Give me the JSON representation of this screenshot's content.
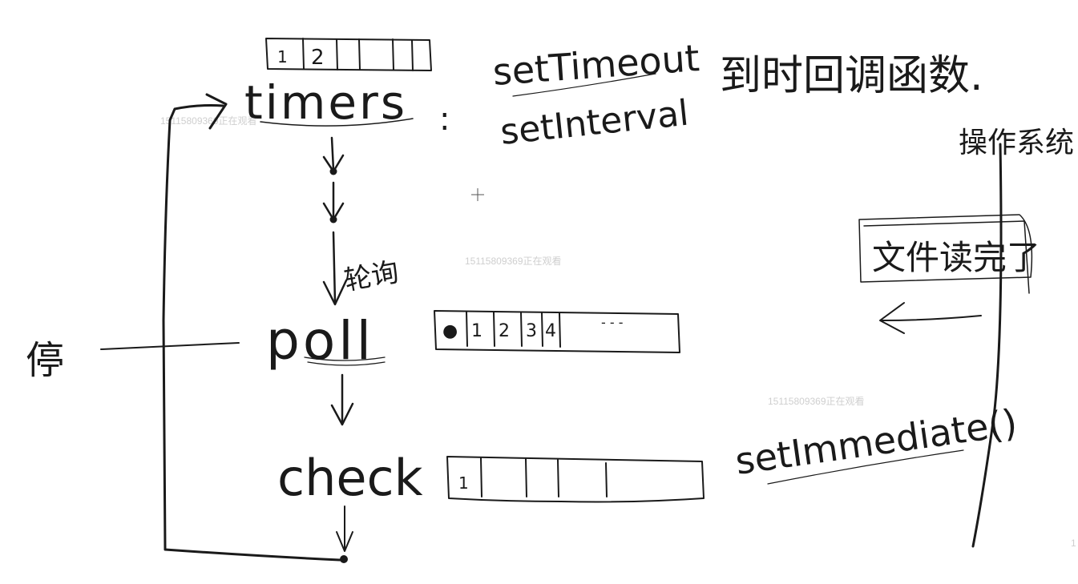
{
  "phases": {
    "timers": "timers",
    "poll": "poll",
    "check": "check"
  },
  "timers_queue": [
    "1",
    "2",
    "",
    "",
    ""
  ],
  "poll_queue": [
    "●",
    "1",
    "2",
    "3",
    "4",
    "- - -"
  ],
  "check_queue": [
    "1",
    "",
    "",
    ""
  ],
  "timers_apis": {
    "set_timeout": "setTimeout",
    "set_interval": "setInterval",
    "colon": ":",
    "note": "到时回调函数."
  },
  "poll_note": "轮询",
  "check_api": "setImmediate()",
  "os_label": "操作系统",
  "file_read_label": "文件读完了",
  "left_label": "停",
  "watermarks": [
    "15115809369正在观看",
    "15115809369正在观看",
    "15115809369正在观看"
  ],
  "page_number": "1"
}
